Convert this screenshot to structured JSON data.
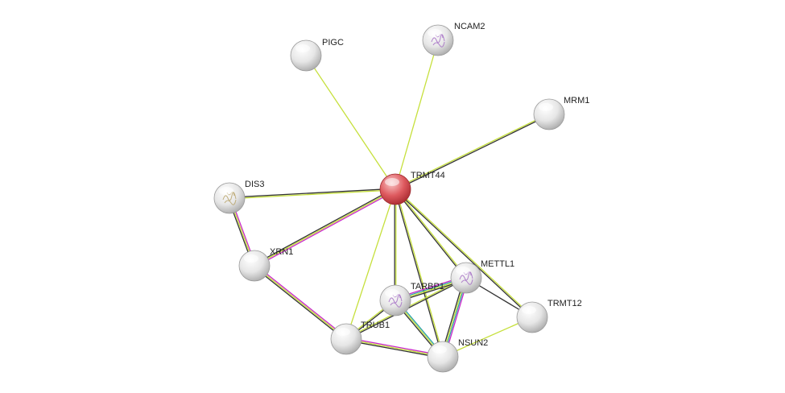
{
  "network": {
    "focus_node": "TRMT44",
    "nodes": [
      {
        "id": "TRMT44",
        "label": "TRMT44",
        "focus": true,
        "structure": false
      },
      {
        "id": "PIGC",
        "label": "PIGC",
        "focus": false,
        "structure": false
      },
      {
        "id": "NCAM2",
        "label": "NCAM2",
        "focus": false,
        "structure": true
      },
      {
        "id": "MRM1",
        "label": "MRM1",
        "focus": false,
        "structure": false
      },
      {
        "id": "DIS3",
        "label": "DIS3",
        "focus": false,
        "structure": true
      },
      {
        "id": "XRN1",
        "label": "XRN1",
        "focus": false,
        "structure": false
      },
      {
        "id": "METTL1",
        "label": "METTL1",
        "focus": false,
        "structure": true
      },
      {
        "id": "TARBP1",
        "label": "TARBP1",
        "focus": false,
        "structure": true
      },
      {
        "id": "TRUB1",
        "label": "TRUB1",
        "focus": false,
        "structure": false
      },
      {
        "id": "NSUN2",
        "label": "NSUN2",
        "focus": false,
        "structure": false
      },
      {
        "id": "TRMT12",
        "label": "TRMT12",
        "focus": false,
        "structure": false
      }
    ],
    "edges": [
      {
        "source": "TRMT44",
        "target": "PIGC",
        "evidence": [
          "textmining"
        ]
      },
      {
        "source": "TRMT44",
        "target": "NCAM2",
        "evidence": [
          "textmining"
        ]
      },
      {
        "source": "TRMT44",
        "target": "MRM1",
        "evidence": [
          "textmining",
          "coexpression"
        ]
      },
      {
        "source": "TRMT44",
        "target": "DIS3",
        "evidence": [
          "textmining",
          "coexpression"
        ]
      },
      {
        "source": "TRMT44",
        "target": "XRN1",
        "evidence": [
          "experiments",
          "textmining",
          "coexpression"
        ]
      },
      {
        "source": "TRMT44",
        "target": "TRUB1",
        "evidence": [
          "textmining"
        ]
      },
      {
        "source": "TRMT44",
        "target": "TARBP1",
        "evidence": [
          "textmining",
          "coexpression"
        ]
      },
      {
        "source": "TRMT44",
        "target": "METTL1",
        "evidence": [
          "textmining",
          "coexpression"
        ]
      },
      {
        "source": "TRMT44",
        "target": "NSUN2",
        "evidence": [
          "textmining",
          "coexpression"
        ]
      },
      {
        "source": "TRMT44",
        "target": "TRMT12",
        "evidence": [
          "textmining",
          "coexpression"
        ]
      },
      {
        "source": "DIS3",
        "target": "XRN1",
        "evidence": [
          "experiments",
          "textmining",
          "coexpression"
        ]
      },
      {
        "source": "XRN1",
        "target": "TRUB1",
        "evidence": [
          "experiments",
          "textmining",
          "coexpression"
        ]
      },
      {
        "source": "TRUB1",
        "target": "NSUN2",
        "evidence": [
          "experiments",
          "textmining",
          "coexpression"
        ]
      },
      {
        "source": "TRUB1",
        "target": "TARBP1",
        "evidence": [
          "textmining",
          "coexpression"
        ]
      },
      {
        "source": "TRUB1",
        "target": "METTL1",
        "evidence": [
          "textmining",
          "coexpression"
        ]
      },
      {
        "source": "TARBP1",
        "target": "NSUN2",
        "evidence": [
          "databases",
          "textmining",
          "coexpression"
        ]
      },
      {
        "source": "TARBP1",
        "target": "METTL1",
        "evidence": [
          "experiments",
          "databases",
          "textmining",
          "coexpression"
        ]
      },
      {
        "source": "METTL1",
        "target": "NSUN2",
        "evidence": [
          "experiments",
          "databases",
          "textmining",
          "coexpression"
        ]
      },
      {
        "source": "METTL1",
        "target": "TRMT12",
        "evidence": [
          "coexpression"
        ]
      },
      {
        "source": "NSUN2",
        "target": "TRMT12",
        "evidence": [
          "textmining"
        ]
      }
    ],
    "evidence_colors": {
      "textmining": "#c6e03c",
      "coexpression": "#333333",
      "experiments": "#c928c9",
      "databases": "#2ea2a8"
    },
    "node_colors": {
      "focus": "#d9434a",
      "default": "#d6d6d6",
      "structure_default": "#c4c4c4"
    }
  }
}
